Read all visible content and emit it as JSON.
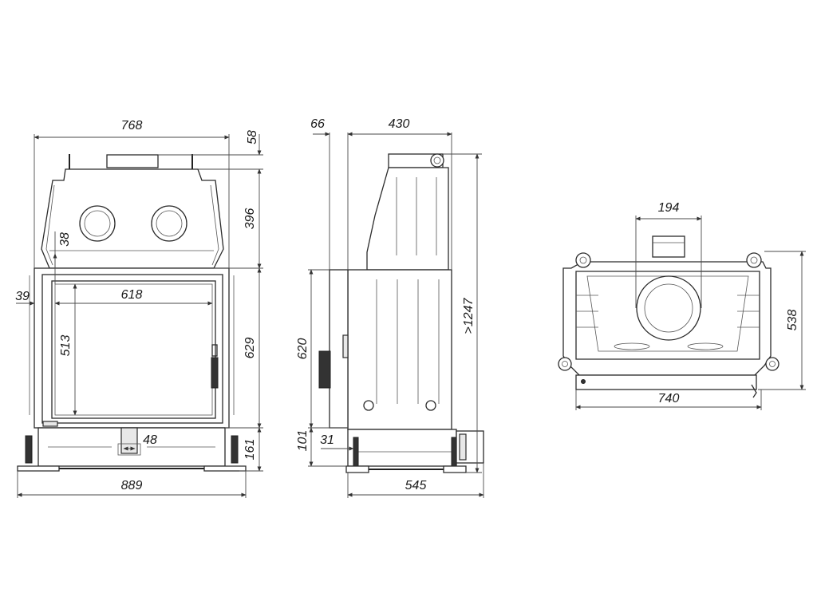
{
  "front_view": {
    "dims": {
      "overall_top_width": "768",
      "top_collar_height": "58",
      "upper_section_height": "396",
      "frame_offset": "38",
      "glass_width": "618",
      "side_offset": "39",
      "glass_height": "513",
      "door_height": "629",
      "bottom_height": "161",
      "handle_width": "48",
      "base_width": "889"
    }
  },
  "side_view": {
    "dims": {
      "front_offset": "66",
      "top_depth": "430",
      "door_height": "620",
      "total_height": ">1247",
      "base_height": "101",
      "foot_offset": "31",
      "base_depth": "545"
    }
  },
  "top_view": {
    "dims": {
      "flue_diameter": "194",
      "depth": "538",
      "width": "740"
    }
  },
  "colors": {
    "line": "#2b2b2b",
    "background": "#ffffff"
  }
}
